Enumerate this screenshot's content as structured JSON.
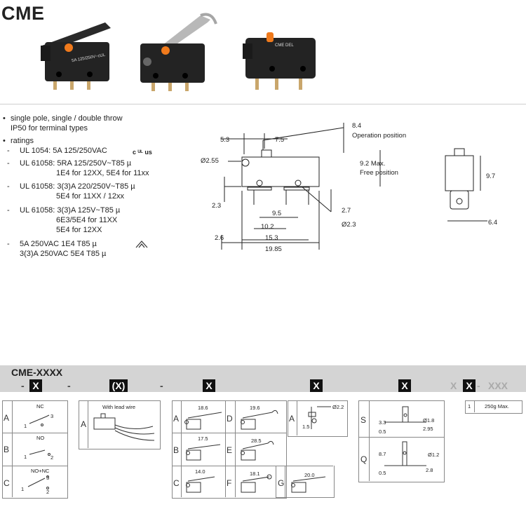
{
  "header": {
    "title": "CME"
  },
  "specs": {
    "feature1_line1": "single pole, single / double throw",
    "feature1_line2": "IP50 for terminal types",
    "ratings_label": "ratings",
    "r1": "UL 1054: 5A 125/250VAC",
    "r2_line1": "UL 61058: 5RA 125/250V~T85 µ",
    "r2_line2": "1E4 for 12XX, 5E4 for 11xx",
    "r3_line1": "UL 61058: 3(3)A 220/250V~T85 µ",
    "r3_line2": "5E4 for 11XX / 12xx",
    "r4_line1": "UL 61058: 3(3)A 125V~T85 µ",
    "r4_line2": "6E3/5E4 for 11XX",
    "r4_line3": "5E4 for 12XX",
    "r5_line1": "5A 250VAC 1E4 T85 µ",
    "r5_line2": "3(3)A 250VAC 5E4 T85 µ",
    "ul_mark": "c ᵁᴸ us"
  },
  "product_photo_text": {
    "brand": "CME",
    "rating": "5A 125/250V~cUL",
    "del": "DEL"
  },
  "drawing": {
    "d84": "8.4",
    "op_pos": "Operation position",
    "d53": "5.3",
    "d75": "7.5",
    "d92": "9.2 Max.",
    "free_pos": "Free position",
    "d255": "Ø2.55",
    "d23a": "2.3",
    "d27": "2.7",
    "d95": "9.5",
    "d23b": "Ø2.3",
    "d102": "10.2",
    "d26": "2.6",
    "d153": "15.3",
    "d1985": "19.85",
    "d97": "9.7",
    "d64": "6.4"
  },
  "ordering": {
    "code": "CME-XXXX",
    "sel1": "X",
    "sel2": "(X)",
    "sel3": "X",
    "sel4": "X",
    "sel5": "X",
    "sel6_grey": "X",
    "sel6": "X",
    "sel7": "XXX",
    "dash": "-"
  },
  "t1": {
    "rows": [
      {
        "letter": "A",
        "label": "NC",
        "n1": "1",
        "n2": "3"
      },
      {
        "letter": "B",
        "label": "NO",
        "n1": "1",
        "n2": "2"
      },
      {
        "letter": "C",
        "label": "NO+NC",
        "n1": "1",
        "n2": "3",
        "n3": "2"
      }
    ]
  },
  "t2": {
    "letter": "A",
    "label": "With lead wire"
  },
  "t3": {
    "items": [
      {
        "letter": "A",
        "dim": "18.6"
      },
      {
        "letter": "B",
        "dim": "17.5"
      },
      {
        "letter": "C",
        "dim": "14.0"
      },
      {
        "letter": "D",
        "dim": "19.6"
      },
      {
        "letter": "E",
        "dim": "28.5"
      },
      {
        "letter": "F",
        "dim": "18.1"
      },
      {
        "letter": "G",
        "dim": "20.0"
      }
    ]
  },
  "t4": {
    "letter": "A",
    "d1": "Ø2.2",
    "d2": "1.5"
  },
  "t5": {
    "s": {
      "letter": "S",
      "d1": "3.3",
      "d2": "Ø1.8",
      "d3": "0.5",
      "d4": "2.95"
    },
    "q": {
      "letter": "Q",
      "d1": "8.7",
      "d2": "Ø1.2",
      "d3": "0.5",
      "d4": "2.8"
    }
  },
  "t6": {
    "n": "1",
    "text": "250g Max."
  }
}
